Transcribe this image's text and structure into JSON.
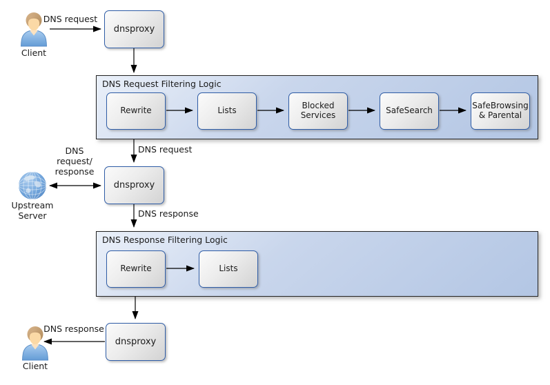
{
  "diagram": {
    "actors": {
      "client_top": "Client",
      "client_bottom": "Client",
      "upstream_server": "Upstream\nServer"
    },
    "proxies": {
      "top": "dnsproxy",
      "middle": "dnsproxy",
      "bottom": "dnsproxy"
    },
    "request_container": {
      "title": "DNS Request Filtering Logic",
      "boxes": [
        "Rewrite",
        "Lists",
        "Blocked Services",
        "SafeSearch",
        "SafeBrowsing & Parental"
      ]
    },
    "response_container": {
      "title": "DNS Response Filtering Logic",
      "boxes": [
        "Rewrite",
        "Lists"
      ]
    },
    "edge_labels": {
      "client_request": "DNS request",
      "proxy_to_request_filter": "DNS request",
      "upstream_exchange": "DNS\nrequest/\nresponse",
      "proxy_to_response_filter": "DNS response",
      "client_response": "DNS response"
    },
    "colors": {
      "container_fill_top": "#eaf0f9",
      "container_fill_bottom": "#b3c6e4",
      "container_border": "#222222",
      "node_border": "#2e5ca6",
      "node_fill_top": "#fbfbfb",
      "node_fill_bottom": "#d3d3d3",
      "arrow": "#000000",
      "text": "#1a1a1a"
    }
  }
}
